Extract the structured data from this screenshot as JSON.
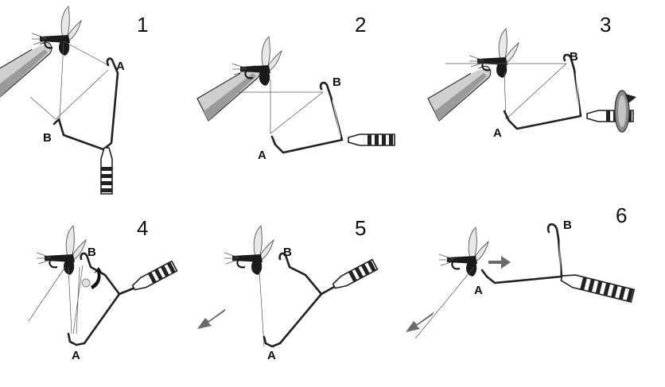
{
  "steps": [
    {
      "number": "1",
      "point_a": "A",
      "point_b": "B"
    },
    {
      "number": "2",
      "point_a": "A",
      "point_b": "B"
    },
    {
      "number": "3",
      "point_a": "A",
      "point_b": "B"
    },
    {
      "number": "4",
      "point_a": "A",
      "point_b": "B"
    },
    {
      "number": "5",
      "point_a": "A",
      "point_b": "B"
    },
    {
      "number": "6",
      "point_a": "A",
      "point_b": "B"
    }
  ],
  "icons": {
    "fly": "tied-fly-icon",
    "finger": "finger-icon",
    "tool": "whip-finish-tool-icon",
    "rotate": "rotate-arrow-icon",
    "pull": "pull-arrow-icon"
  },
  "colors": {
    "ink": "#222222",
    "arrow": "#6a6a6a",
    "finger": "#cfcfcf"
  }
}
